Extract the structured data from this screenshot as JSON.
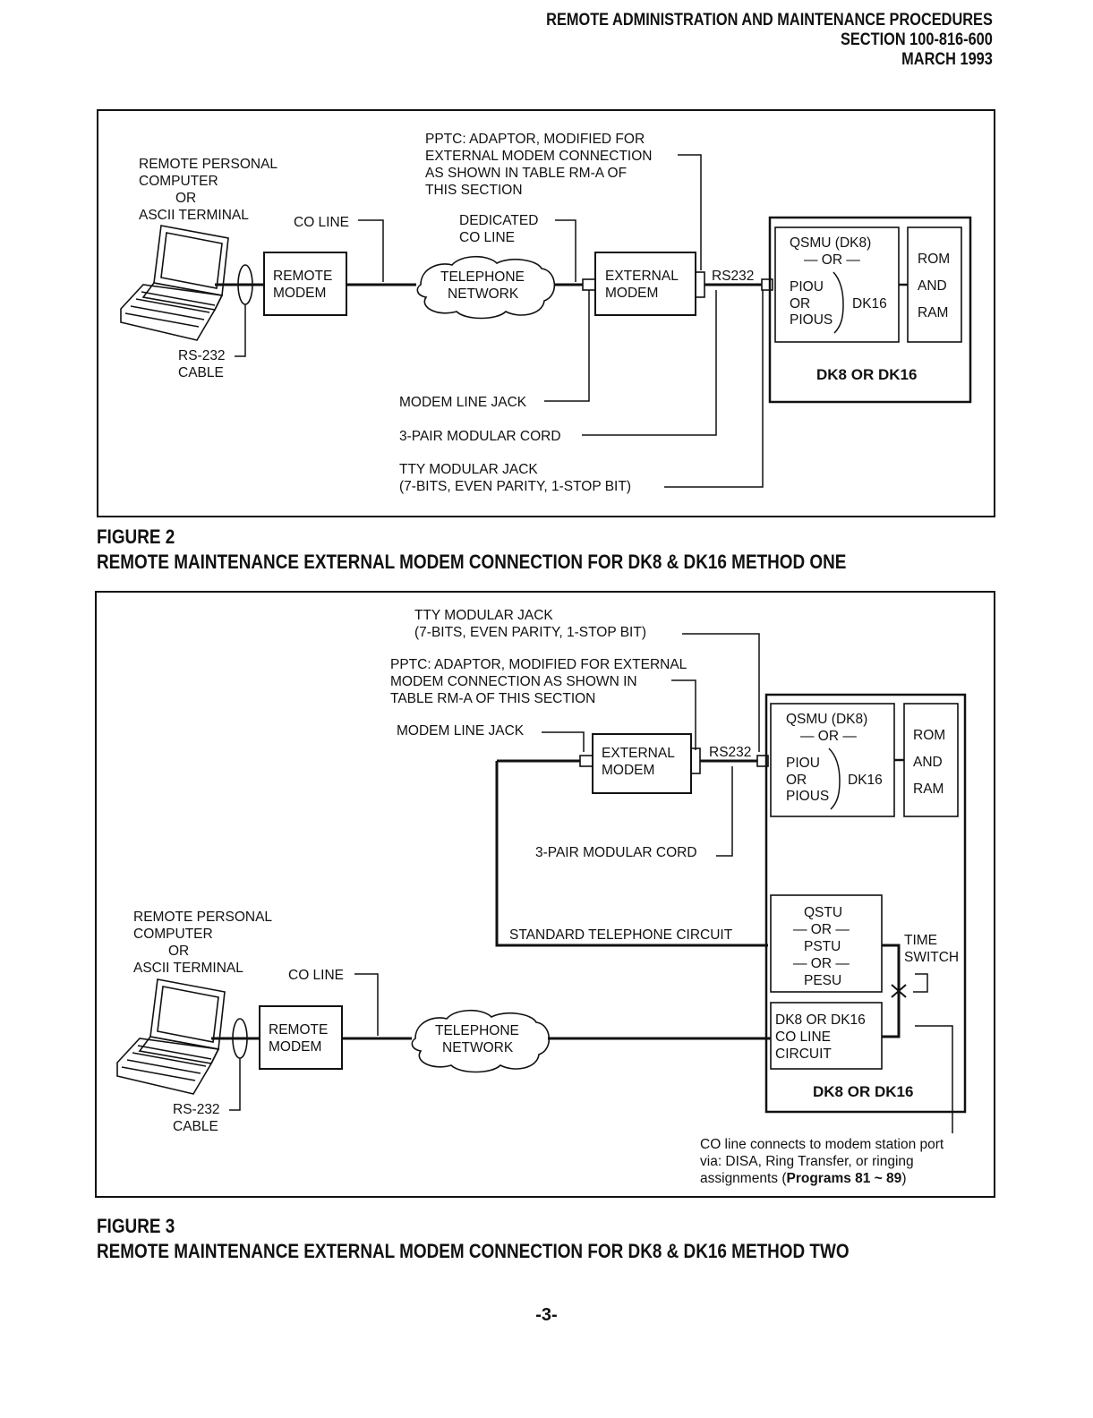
{
  "header": {
    "line1": "REMOTE ADMINISTRATION AND MAINTENANCE PROCEDURES",
    "line2": "SECTION 100-816-600",
    "line3": "MARCH 1993"
  },
  "figure2": {
    "caption_number": "FIGURE 2",
    "caption_title": "REMOTE MAINTENANCE EXTERNAL MODEM CONNECTION FOR DK8 & DK16 METHOD ONE",
    "remote_pc": [
      "REMOTE PERSONAL",
      "COMPUTER",
      "OR",
      "ASCII TERMINAL"
    ],
    "co_line": "CO LINE",
    "rs232_cable": [
      "RS-232",
      "CABLE"
    ],
    "remote_modem": [
      "REMOTE",
      "MODEM"
    ],
    "telephone_network": [
      "TELEPHONE",
      "NETWORK"
    ],
    "dedicated_co_line": [
      "DEDICATED",
      "CO LINE"
    ],
    "pptc": [
      "PPTC: ADAPTOR, MODIFIED FOR",
      "EXTERNAL MODEM CONNECTION",
      "AS SHOWN IN TABLE RM-A OF",
      "THIS SECTION"
    ],
    "external_modem": [
      "EXTERNAL",
      "MODEM"
    ],
    "rs232": "RS232",
    "qsmu": [
      "QSMU (DK8)",
      "— OR —"
    ],
    "piou": [
      "PIOU",
      "OR",
      "PIOUS"
    ],
    "dk16": "DK16",
    "rom": [
      "ROM",
      "AND",
      "RAM"
    ],
    "dk8_or_dk16": "DK8 OR DK16",
    "modem_line_jack": "MODEM LINE JACK",
    "three_pair": "3-PAIR MODULAR CORD",
    "tty": [
      "TTY MODULAR JACK",
      "(7-BITS, EVEN PARITY, 1-STOP BIT)"
    ]
  },
  "figure3": {
    "caption_number": "FIGURE 3",
    "caption_title": "REMOTE MAINTENANCE EXTERNAL MODEM CONNECTION FOR DK8 & DK16 METHOD TWO",
    "tty": [
      "TTY MODULAR JACK",
      "(7-BITS, EVEN PARITY, 1-STOP BIT)"
    ],
    "pptc": [
      "PPTC: ADAPTOR, MODIFIED FOR EXTERNAL",
      "MODEM CONNECTION AS SHOWN IN",
      "TABLE RM-A OF THIS SECTION"
    ],
    "modem_line_jack": "MODEM LINE JACK",
    "external_modem": [
      "EXTERNAL",
      "MODEM"
    ],
    "rs232": "RS232",
    "qsmu": [
      "QSMU (DK8)",
      "— OR —"
    ],
    "piou": [
      "PIOU",
      "OR",
      "PIOUS"
    ],
    "dk16": "DK16",
    "rom": [
      "ROM",
      "AND",
      "RAM"
    ],
    "three_pair": "3-PAIR MODULAR CORD",
    "remote_pc": [
      "REMOTE PERSONAL",
      "COMPUTER",
      "OR",
      "ASCII TERMINAL"
    ],
    "standard_circuit": "STANDARD TELEPHONE CIRCUIT",
    "qstu": [
      "QSTU",
      "— OR —",
      "PSTU",
      "— OR —",
      "PESU"
    ],
    "time_switch": [
      "TIME",
      "SWITCH"
    ],
    "co_line": "CO LINE",
    "remote_modem": [
      "REMOTE",
      "MODEM"
    ],
    "telephone_network": [
      "TELEPHONE",
      "NETWORK"
    ],
    "co_line_circuit": [
      "DK8 OR DK16",
      "CO LINE",
      "CIRCUIT"
    ],
    "dk8_or_dk16": "DK8 OR DK16",
    "rs232_cable": [
      "RS-232",
      "CABLE"
    ],
    "note_line1": "CO line connects to modem station port",
    "note_line2": "via: DISA, Ring Transfer, or ringing",
    "note_line3_pre": "assignments (",
    "note_line3_bold": "Programs 81 ~ 89",
    "note_line3_post": ")"
  },
  "page_number": "-3-"
}
